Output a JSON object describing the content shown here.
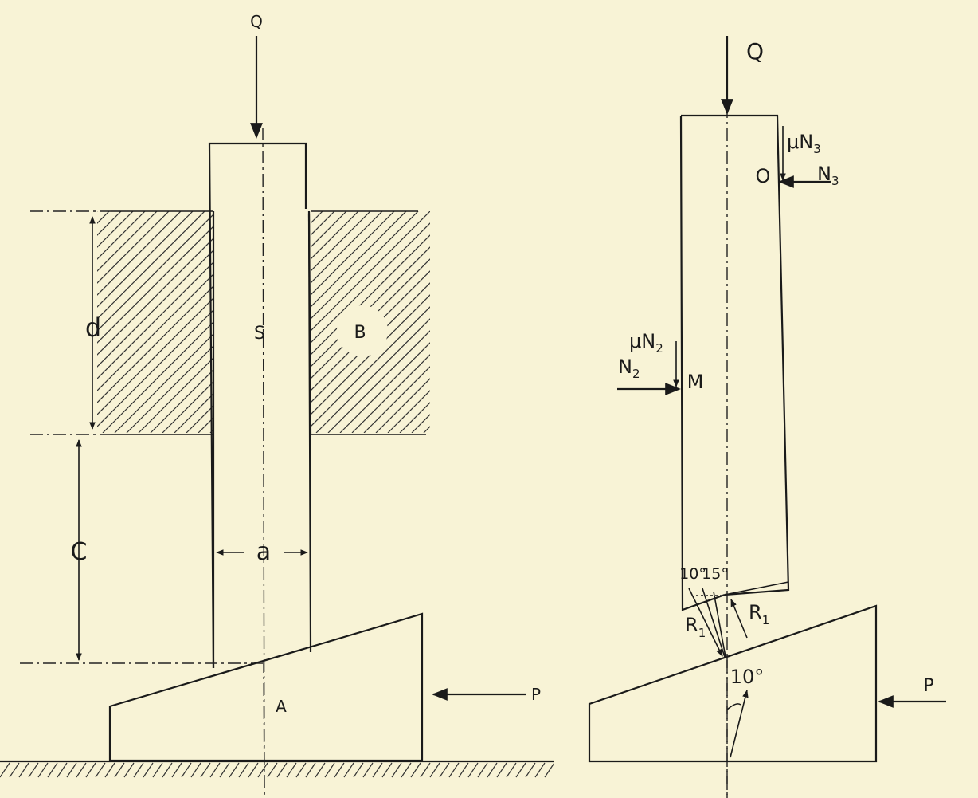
{
  "left_figure": {
    "force_top": "Q",
    "dim_height_top": "d",
    "dim_height_bottom": "C",
    "dim_width": "a",
    "rod_label": "S",
    "guide_label": "B",
    "wedge_label": "A",
    "force_side": "P"
  },
  "right_figure": {
    "force_top": "Q",
    "friction_top": "μN",
    "friction_top_sub": "3",
    "normal_top": "N",
    "normal_top_sub": "3",
    "point_top": "O",
    "friction_mid": "μN",
    "friction_mid_sub": "2",
    "normal_mid": "N",
    "normal_mid_sub": "2",
    "point_mid": "M",
    "angle_left": "10°",
    "angle_right": "15°",
    "reaction_left": "R",
    "reaction_left_sub": "1",
    "reaction_right": "R",
    "reaction_right_sub": "1",
    "angle_wedge": "10°",
    "force_side": "P"
  }
}
